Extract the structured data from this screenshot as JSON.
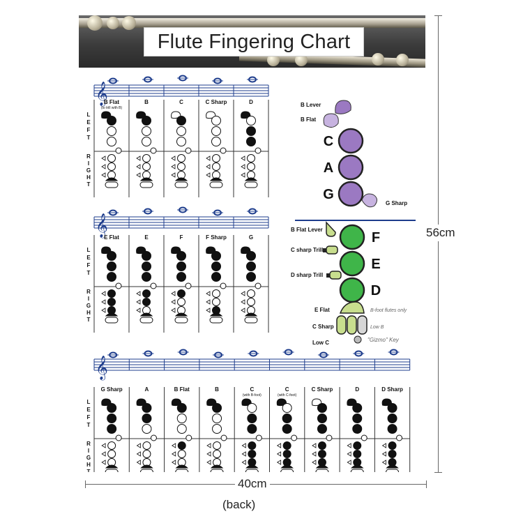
{
  "title": "Flute Fingering Chart",
  "dimensions": {
    "height": "56cm",
    "width": "40cm",
    "side": "(back)"
  },
  "rows": [
    {
      "notes": [
        {
          "label": "B Flat",
          "sub": "(to trill with B)"
        },
        {
          "label": "B",
          "sub": ""
        },
        {
          "label": "C",
          "sub": ""
        },
        {
          "label": "C Sharp",
          "sub": ""
        },
        {
          "label": "D",
          "sub": ""
        }
      ]
    },
    {
      "notes": [
        {
          "label": "E Flat",
          "sub": ""
        },
        {
          "label": "E",
          "sub": ""
        },
        {
          "label": "F",
          "sub": ""
        },
        {
          "label": "F Sharp",
          "sub": ""
        },
        {
          "label": "G",
          "sub": ""
        }
      ]
    },
    {
      "notes": [
        {
          "label": "G Sharp",
          "sub": ""
        },
        {
          "label": "A",
          "sub": ""
        },
        {
          "label": "B Flat",
          "sub": ""
        },
        {
          "label": "B",
          "sub": ""
        },
        {
          "label": "C",
          "sub": "(with B-foot)"
        },
        {
          "label": "C",
          "sub": "(with C-foot)"
        },
        {
          "label": "C Sharp",
          "sub": ""
        },
        {
          "label": "D",
          "sub": ""
        },
        {
          "label": "D Sharp",
          "sub": ""
        }
      ]
    }
  ],
  "hand_labels": {
    "left": "LEFT",
    "right": "RIGHT"
  },
  "diagram_top": {
    "lever_labels": [
      "B Lever",
      "B Flat"
    ],
    "key_letters": [
      "C",
      "A",
      "G"
    ],
    "extra": "G Sharp"
  },
  "diagram_bottom": {
    "lever_labels": [
      "B Flat Lever",
      "C sharp Trill",
      "D sharp Trill"
    ],
    "key_letters": [
      "F",
      "E",
      "D"
    ],
    "foot_labels": [
      "E Flat",
      "C Sharp",
      "Low C"
    ],
    "notes": [
      "B-foot flutes only",
      "Low B",
      "\"Gizmo\" Key"
    ]
  },
  "colors": {
    "purple": "#9b79c2",
    "green": "#3fb549",
    "lightgreen": "#c8de8e",
    "staff": "#1d3c8c",
    "filled": "#111111"
  }
}
